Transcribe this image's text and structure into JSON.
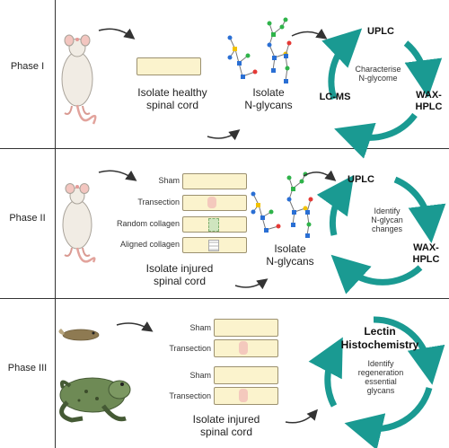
{
  "phases": [
    {
      "label": "Phase I",
      "step1": [
        "Isolate healthy",
        "spinal cord"
      ],
      "step2": [
        "Isolate",
        "N-glycans"
      ],
      "cycle": {
        "top": "UPLC",
        "right": [
          "WAX-",
          "HPLC"
        ],
        "left": "LC-MS",
        "center": [
          "Characterise",
          "N-glycome"
        ]
      }
    },
    {
      "label": "Phase II",
      "conditions": [
        "Sham",
        "Transection",
        "Random collagen",
        "Aligned collagen"
      ],
      "step1": [
        "Isolate injured",
        "spinal cord"
      ],
      "step2": [
        "Isolate",
        "N-glycans"
      ],
      "cycle": {
        "top": "UPLC",
        "right": [
          "WAX-",
          "HPLC"
        ],
        "center": [
          "Identify",
          "N-glycan",
          "changes"
        ]
      }
    },
    {
      "label": "Phase III",
      "conditions_a": [
        "Sham",
        "Transection"
      ],
      "conditions_b": [
        "Sham",
        "Transection"
      ],
      "step1": [
        "Isolate injured",
        "spinal cord"
      ],
      "cycle": {
        "top": [
          "Lectin",
          "Histochemistry"
        ],
        "center": [
          "Identify",
          "regeneration",
          "essential",
          "glycans"
        ]
      }
    }
  ],
  "icons": [
    "rat-icon",
    "tadpole-icon",
    "frog-icon",
    "glycan-structure-icon",
    "arrow-icon",
    "cycle-arrow-icon"
  ],
  "colors": {
    "teal": "#1a9a92",
    "cord": "#fbf3cd",
    "lesion": "#f4c9bd",
    "collagen": "#cfe5bf"
  }
}
